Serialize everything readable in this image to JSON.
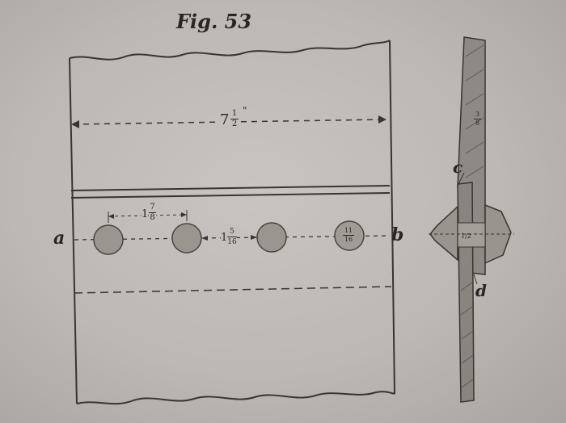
{
  "figure": {
    "title": "Fig. 53",
    "plate_width_label": "7",
    "plate_width_fraction": {
      "num": "1",
      "den": "2"
    },
    "plate_width_unit": "\"",
    "pitch_fraction": {
      "num": "7",
      "den": "8"
    },
    "gap_whole": "1",
    "gap_fraction": {
      "num": "5",
      "den": "16"
    },
    "gap_whole_b": "1",
    "rivet_label": {
      "num": "11",
      "den": "16"
    },
    "section_thickness": {
      "num": "3",
      "den": "8"
    },
    "rivet_section_label": "1/2",
    "line_labels": {
      "a": "a",
      "b": "b"
    },
    "section_labels": {
      "c": "c",
      "d": "d"
    },
    "rivet_count": 4
  }
}
